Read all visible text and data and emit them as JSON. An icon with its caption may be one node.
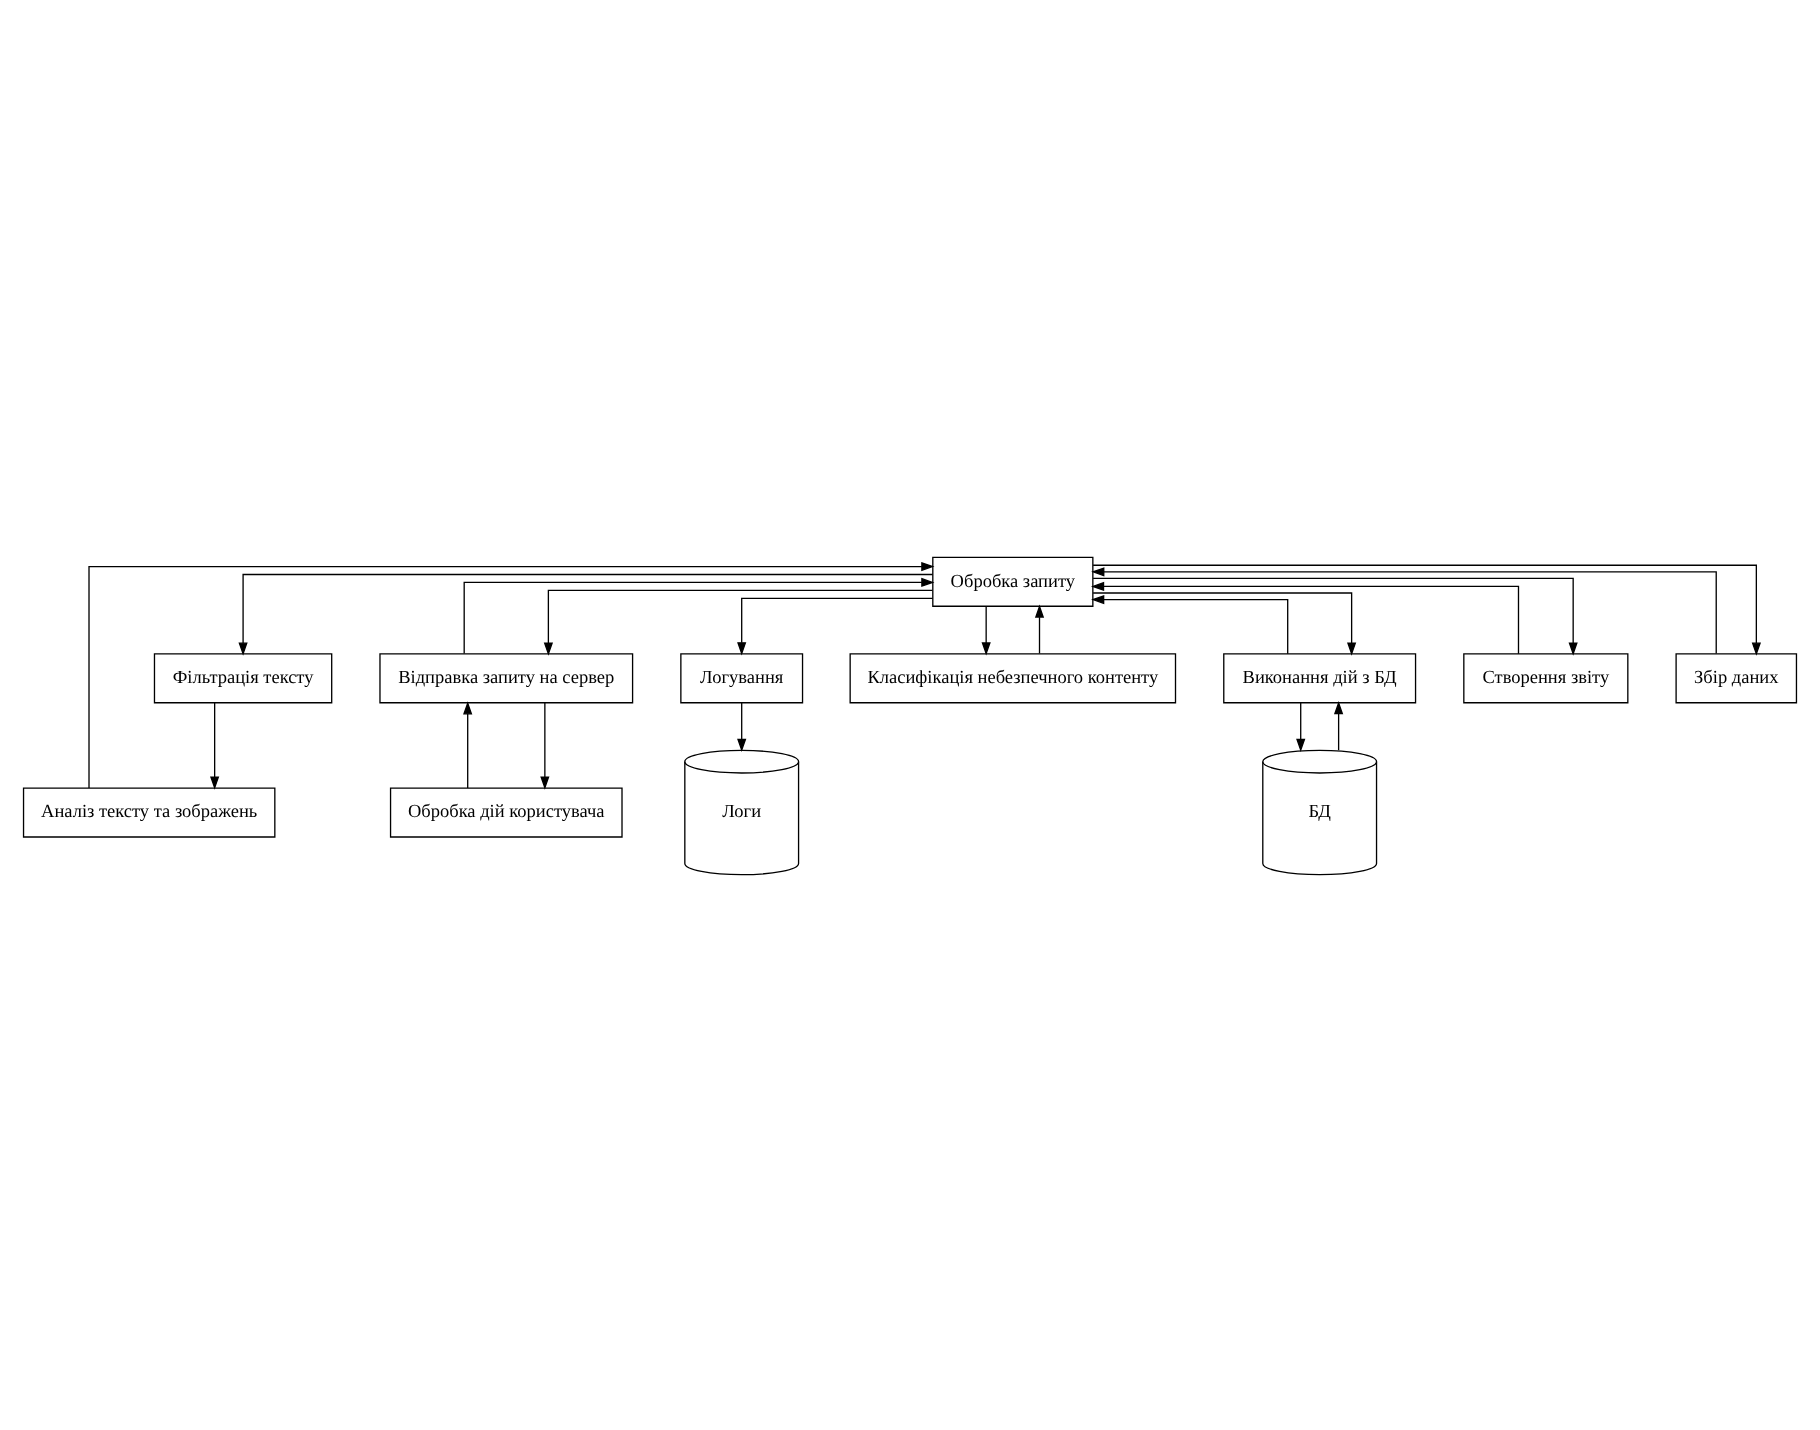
{
  "diagram": {
    "nodes": [
      {
        "text": [
          "Логи"
        ]
      },
      {
        "text": [
          "Логування"
        ]
      },
      {
        "text": [
          "Аналіз тексту та зображень"
        ]
      },
      {
        "text": [
          "Фільтрація тексту"
        ]
      },
      {
        "text": [
          "Обробка дій користувача"
        ]
      },
      {
        "text": [
          "Відправка запиту на сервер"
        ]
      },
      {
        "text": [
          "Обробка запиту"
        ]
      },
      {
        "text": [
          "Класифікація небезпечного контенту"
        ]
      },
      {
        "text": [
          "Виконання дій з БД"
        ]
      },
      {
        "text": [
          "Створення звіту"
        ]
      },
      {
        "text": [
          "Збір даних"
        ]
      },
      {
        "text": [
          "БД"
        ]
      }
    ],
    "edges": [
      {
        "from": 1,
        "to": 0,
        "arrow": "to"
      },
      {
        "from": 6,
        "to": 1,
        "arrow": "to"
      },
      {
        "from": 6,
        "to": 3,
        "arrow": "to"
      },
      {
        "from": 3,
        "to": 2,
        "arrow": "to"
      },
      {
        "from": 2,
        "to": 6,
        "arrow": "to"
      },
      {
        "from": 4,
        "to": 5,
        "arrow": "to"
      },
      {
        "from": 5,
        "to": 4,
        "arrow": "to"
      },
      {
        "from": 5,
        "to": 6,
        "arrow": "to"
      },
      {
        "from": 6,
        "to": 5,
        "arrow": "to"
      },
      {
        "from": 6,
        "to": 7,
        "arrow": "to"
      },
      {
        "from": 7,
        "to": 6,
        "arrow": "to"
      },
      {
        "from": 8,
        "to": 6,
        "arrow": "to"
      },
      {
        "from": 6,
        "to": 8,
        "arrow": "to"
      },
      {
        "from": 10,
        "to": 6,
        "arrow": "to"
      },
      {
        "from": 6,
        "to": 10,
        "arrow": "to"
      },
      {
        "from": 9,
        "to": 6,
        "arrow": "to"
      },
      {
        "from": 6,
        "to": 9,
        "arrow": "to"
      },
      {
        "from": 8,
        "to": 11,
        "arrow": "to"
      },
      {
        "from": 11,
        "to": 8,
        "arrow": "to"
      }
    ]
  }
}
